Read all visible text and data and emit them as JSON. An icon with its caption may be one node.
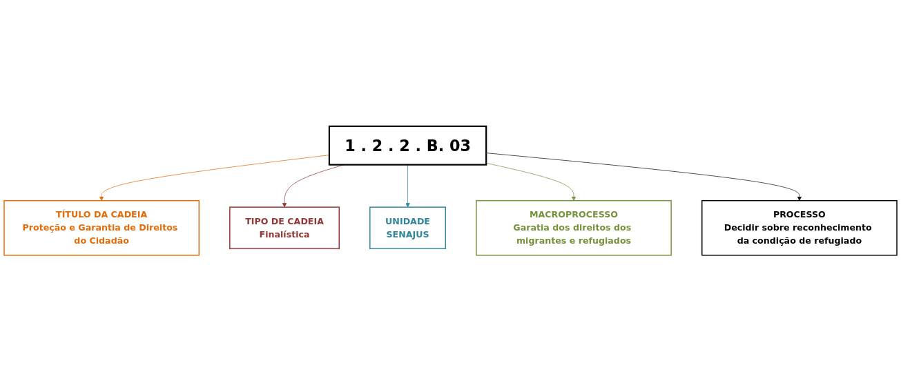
{
  "diagram": {
    "nodes": [
      {
        "text": [
          "TÍTULO DA CADEIA",
          "Proteção e Garantia de Direitos do Cidadão"
        ]
      },
      {
        "text": [
          "TIPO DE CADEIA",
          "Finalística"
        ]
      },
      {
        "text": [
          "1 . 2 . 2 . B. 03"
        ]
      },
      {
        "text": [
          "UNIDADE",
          "SENAJUS"
        ]
      },
      {
        "text": [
          "MACROPROCESSO",
          "Garatia dos direitos dos migrantes e refugiados"
        ]
      },
      {
        "text": [
          "PROCESSO",
          "Decidir sobre reconhecimento da condição de refugiado"
        ]
      }
    ],
    "edges": [
      {
        "from": 2,
        "to": 0,
        "arrow": "to",
        "color": "#e36c0a"
      },
      {
        "from": 2,
        "to": 1,
        "arrow": "to",
        "color": "#943634"
      },
      {
        "from": 2,
        "to": 3,
        "arrow": "to",
        "color": "#31859c"
      },
      {
        "from": 2,
        "to": 4,
        "arrow": "to",
        "color": "#76923c"
      },
      {
        "from": 2,
        "to": 5,
        "arrow": "to",
        "color": "#111111"
      }
    ]
  }
}
